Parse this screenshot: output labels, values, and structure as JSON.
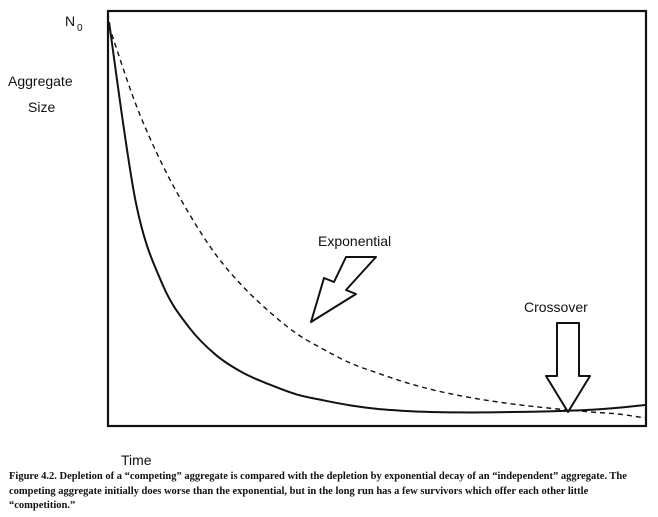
{
  "chart_data": {
    "type": "line",
    "title": "",
    "xlabel": "Time",
    "ylabel": "Aggregate Size",
    "y_tick_labels": [
      "N",
      "0"
    ],
    "x": [
      0,
      0.05,
      0.1,
      0.15,
      0.2,
      0.25,
      0.3,
      0.35,
      0.4,
      0.45,
      0.5,
      0.55,
      0.6,
      0.65,
      0.7,
      0.75,
      0.8,
      0.85,
      0.9,
      0.95,
      1.0
    ],
    "series": [
      {
        "name": "Competing aggregate",
        "style": "solid",
        "values": [
          1.0,
          0.54,
          0.33,
          0.22,
          0.15,
          0.105,
          0.075,
          0.05,
          0.035,
          0.022,
          0.013,
          0.008,
          0.005,
          0.004,
          0.004,
          0.005,
          0.006,
          0.008,
          0.011,
          0.016,
          0.023
        ]
      },
      {
        "name": "Exponential",
        "style": "dashed",
        "values": [
          0.99,
          0.79,
          0.635,
          0.51,
          0.405,
          0.325,
          0.26,
          0.205,
          0.165,
          0.13,
          0.105,
          0.082,
          0.063,
          0.048,
          0.036,
          0.026,
          0.018,
          0.011,
          0.005,
          0.0,
          -0.01
        ]
      }
    ],
    "xlim": [
      0,
      1
    ],
    "ylim": [
      0,
      1
    ],
    "grid": false,
    "legend": "none",
    "annotations": [
      {
        "text": "Exponential",
        "points_to": "dashed-curve",
        "at_x": 0.37
      },
      {
        "text": "Crossover",
        "points_to": "curve-intersection",
        "at_x": 0.86
      }
    ]
  },
  "caption": "Figure 4.2. Depletion of a “competing” aggregate is compared with the depletion by exponential decay of an “independent” aggregate. The competing aggregate initially does worse than the exponential, but in the long run has a few survivors which offer each other little “competition.”"
}
